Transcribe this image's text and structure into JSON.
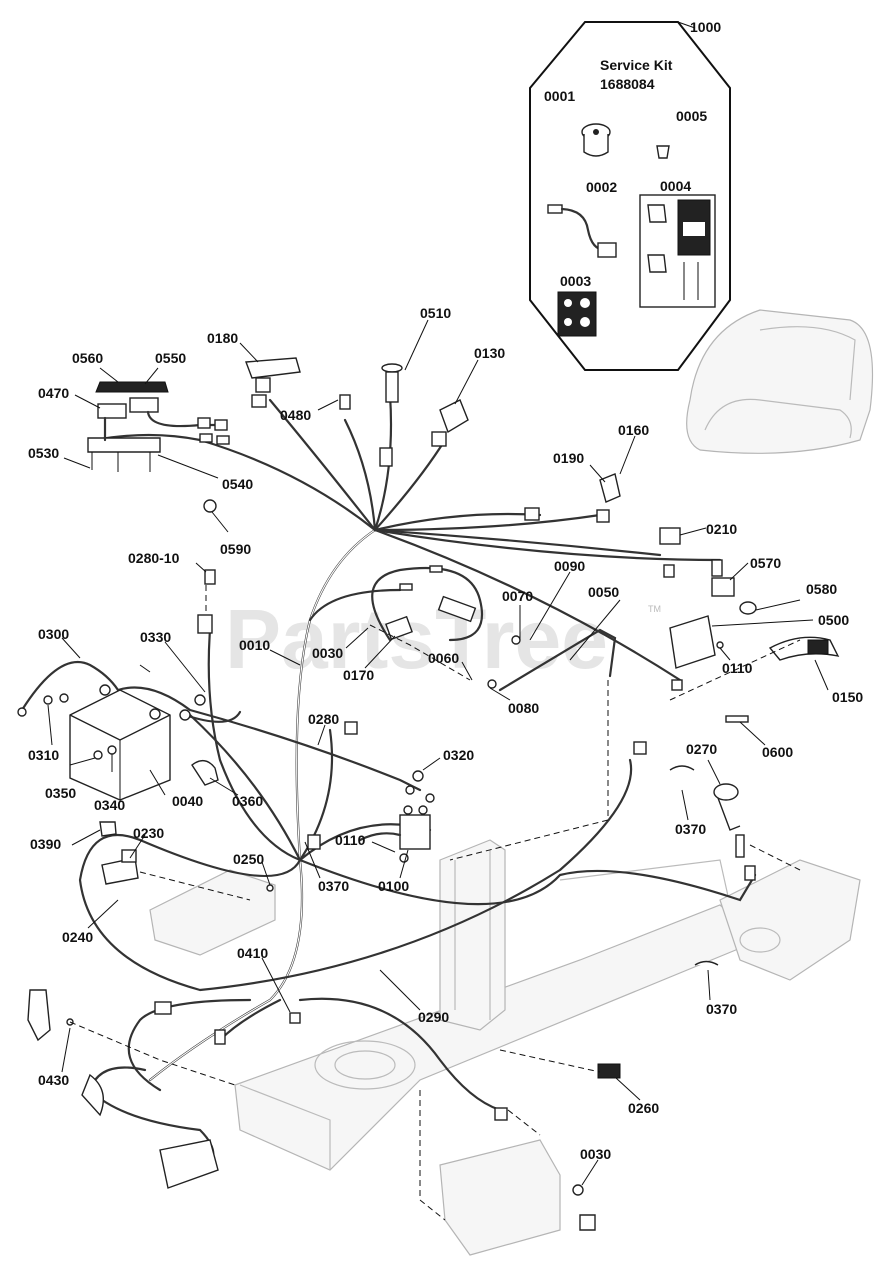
{
  "watermark": "PartsTree",
  "trademark": "TM",
  "service_kit": {
    "number": "1000",
    "title": "Service Kit",
    "kit_number": "1688084",
    "items": [
      "0001",
      "0002",
      "0003",
      "0004",
      "0005"
    ]
  },
  "callouts": [
    "0560",
    "0550",
    "0470",
    "0530",
    "0540",
    "0180",
    "0510",
    "0130",
    "0480",
    "0590",
    "0190",
    "0160",
    "0210",
    "0570",
    "0580",
    "0500",
    "0110",
    "0150",
    "0280-10",
    "0010",
    "0090",
    "0070",
    "0050",
    "0030",
    "0170",
    "0060",
    "0080",
    "0300",
    "0330",
    "0310",
    "0350",
    "0340",
    "0040",
    "0360",
    "0280",
    "0320",
    "0110",
    "0100",
    "0370",
    "0390",
    "0230",
    "0240",
    "0250",
    "0270",
    "0370",
    "0600",
    "0410",
    "0290",
    "0370",
    "0430",
    "0260",
    "0030"
  ]
}
